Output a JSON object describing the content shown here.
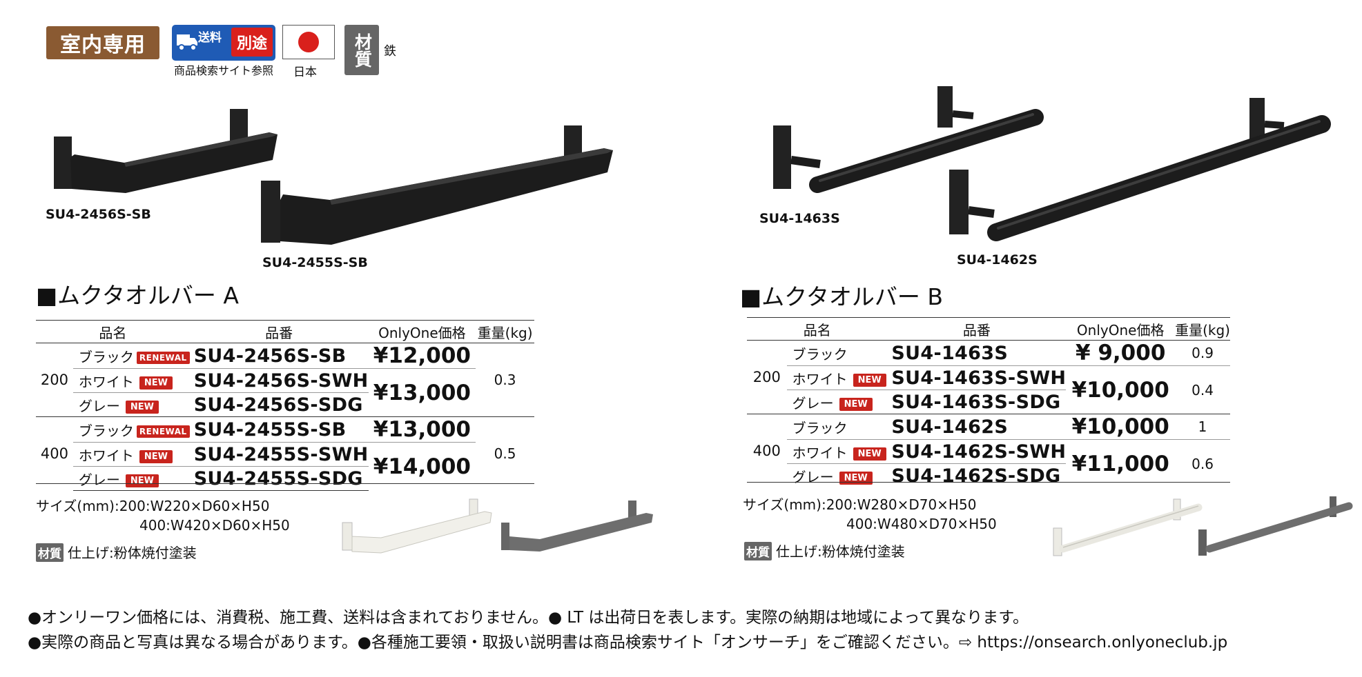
{
  "header": {
    "indoor_label": "室内専用",
    "shipping_top": "送料",
    "shipping_badge": "別途",
    "shipping_note": "商品検索サイト参照",
    "origin_label": "日本",
    "material_badge": "材質",
    "material_value": "鉄"
  },
  "product_labels": {
    "a_small": "SU4-2456S-SB",
    "a_large": "SU4-2455S-SB",
    "b_small": "SU4-1463S",
    "b_large": "SU4-1462S"
  },
  "section_a": {
    "title": "■ムクタオルバー A",
    "headers": [
      "品名",
      "品番",
      "OnlyOne価格",
      "重量(kg)"
    ],
    "groups": [
      {
        "size": "200",
        "weight": "0.3",
        "rows": [
          {
            "color": "ブラック",
            "badge": "RENEWAL",
            "code": "SU4-2456S-SB",
            "price": "¥12,000"
          },
          {
            "color": "ホワイト",
            "badge": "NEW",
            "code": "SU4-2456S-SWH",
            "price": "¥13,000"
          },
          {
            "color": "グレー",
            "badge": "NEW",
            "code": "SU4-2456S-SDG",
            "price": ""
          }
        ]
      },
      {
        "size": "400",
        "weight": "0.5",
        "rows": [
          {
            "color": "ブラック",
            "badge": "RENEWAL",
            "code": "SU4-2455S-SB",
            "price": "¥13,000"
          },
          {
            "color": "ホワイト",
            "badge": "NEW",
            "code": "SU4-2455S-SWH",
            "price": "¥14,000"
          },
          {
            "color": "グレー",
            "badge": "NEW",
            "code": "SU4-2455S-SDG",
            "price": ""
          }
        ]
      }
    ],
    "size_line1": "サイズ(mm):200:W220×D60×H50",
    "size_line2": "400:W420×D60×H50",
    "finish_badge": "材質",
    "finish": "仕上げ:粉体焼付塗装"
  },
  "section_b": {
    "title": "■ムクタオルバー B",
    "headers": [
      "品名",
      "品番",
      "OnlyOne価格",
      "重量(kg)"
    ],
    "groups": [
      {
        "size": "200",
        "rows": [
          {
            "color": "ブラック",
            "badge": "",
            "code": "SU4-1463S",
            "price": "¥ 9,000",
            "weight": "0.9"
          },
          {
            "color": "ホワイト",
            "badge": "NEW",
            "code": "SU4-1463S-SWH",
            "price": "¥10,000",
            "weight": "0.4"
          },
          {
            "color": "グレー",
            "badge": "NEW",
            "code": "SU4-1463S-SDG",
            "price": "",
            "weight": ""
          }
        ]
      },
      {
        "size": "400",
        "rows": [
          {
            "color": "ブラック",
            "badge": "",
            "code": "SU4-1462S",
            "price": "¥10,000",
            "weight": "1"
          },
          {
            "color": "ホワイト",
            "badge": "NEW",
            "code": "SU4-1462S-SWH",
            "price": "¥11,000",
            "weight": "0.6"
          },
          {
            "color": "グレー",
            "badge": "NEW",
            "code": "SU4-1462S-SDG",
            "price": "",
            "weight": ""
          }
        ]
      }
    ],
    "size_line1": "サイズ(mm):200:W280×D70×H50",
    "size_line2": "400:W480×D70×H50",
    "finish_badge": "材質",
    "finish": "仕上げ:粉体焼付塗装"
  },
  "footer": {
    "line1": "●オンリーワン価格には、消費税、施工費、送料は含まれておりません。● LT は出荷日を表します。実際の納期は地域によって異なります。",
    "line2": "●実際の商品と写真は異なる場合があります。●各種施工要領・取扱い説明書は商品検索サイト「オンサーチ」をご確認ください。⇨ https://onsearch.onlyoneclub.jp"
  },
  "colors": {
    "indoor_brown": "#8a5a32",
    "shipping_blue": "#1f5bb5",
    "badge_red": "#c8241d",
    "material_gray": "#666666",
    "product_black": "#1c1c1c",
    "product_white": "#f1f0ea",
    "product_gray": "#6e6e6e"
  }
}
